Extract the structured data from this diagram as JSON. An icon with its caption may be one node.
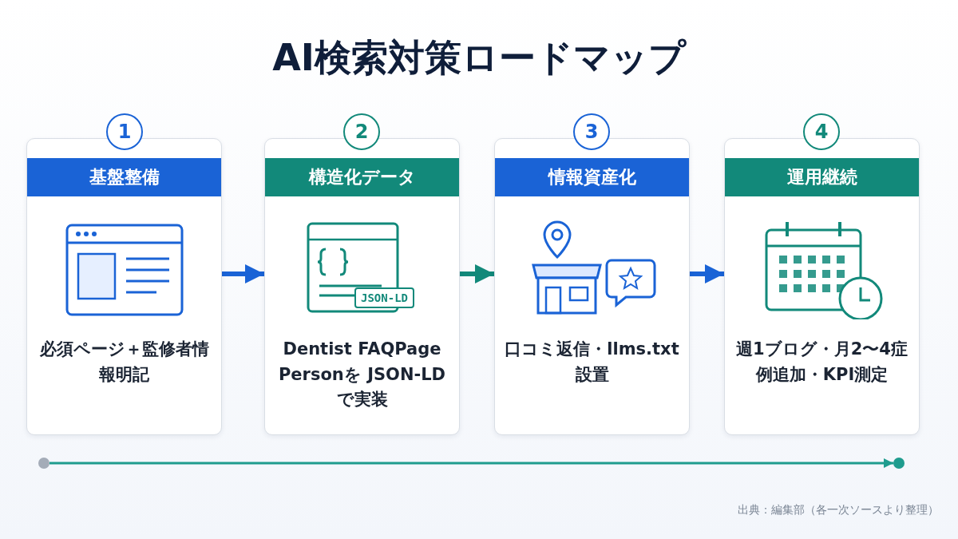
{
  "diagram": {
    "title": "AI検索対策ロードマップ",
    "nodes": [
      {
        "text": [
          "1"
        ]
      },
      {
        "text": [
          "基盤整備",
          "必須ページ＋監修者情報明記"
        ]
      },
      {
        "text": [
          "2"
        ]
      },
      {
        "text": [
          "構造化データ",
          "Dentist FAQPage Personを JSON-LDで実装"
        ]
      },
      {
        "text": [
          "3"
        ]
      },
      {
        "text": [
          "情報資産化",
          "口コミ返信・llms.txt設置"
        ]
      },
      {
        "text": [
          "4"
        ]
      },
      {
        "text": [
          "運用継続",
          "週1ブログ・月2〜4症例追加・KPI測定"
        ]
      },
      {
        "text": [],
        "shape": "circle"
      },
      {
        "text": [],
        "shape": "circle"
      }
    ],
    "edges": [
      {
        "from": 1,
        "to": 3,
        "arrow": "to"
      },
      {
        "from": 3,
        "to": 5,
        "arrow": "to",
        "color": "#12897a"
      },
      {
        "from": 5,
        "to": 7,
        "arrow": "to"
      },
      {
        "from": 8,
        "to": 9,
        "arrow": "to",
        "color": "#1f9c8e"
      }
    ],
    "labels": [
      "JSON-LD"
    ],
    "caption": "出典：編集部（各一次ソースより整理）"
  }
}
